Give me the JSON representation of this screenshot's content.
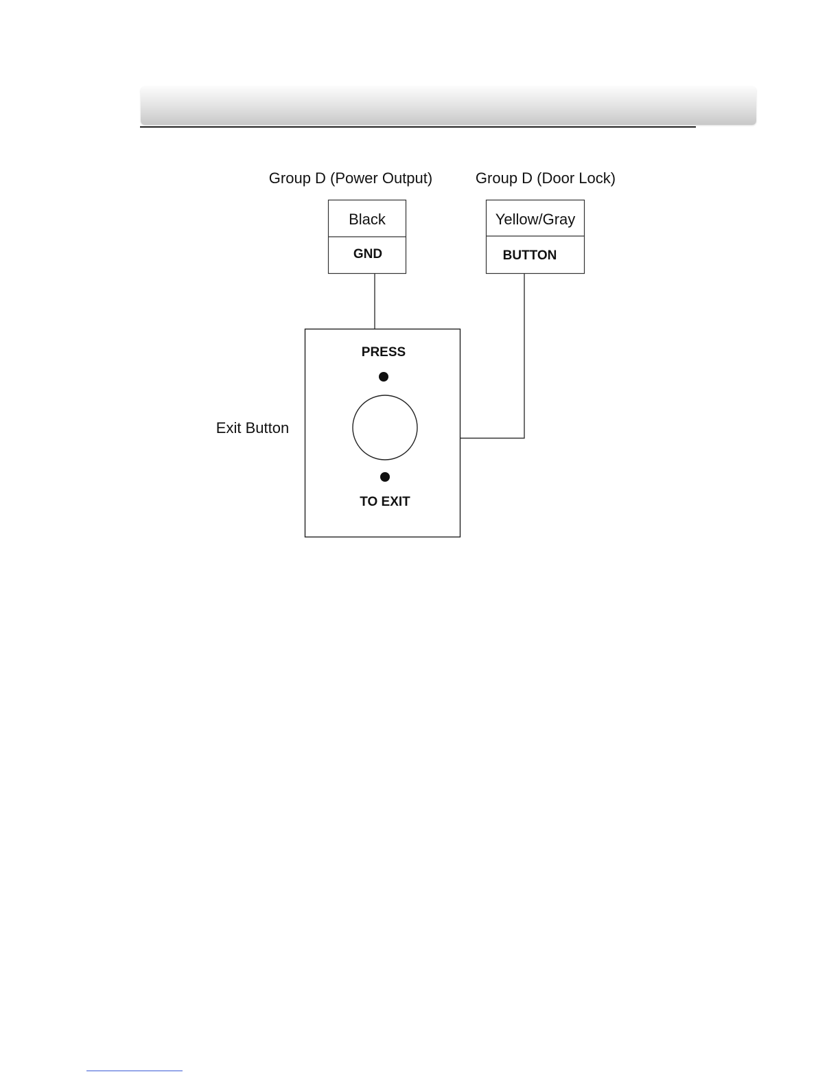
{
  "diagram": {
    "groups": {
      "power_output": {
        "title": "Group D (Power Output)",
        "wire_color": "Black",
        "terminal": "GND"
      },
      "door_lock": {
        "title": "Group D (Door Lock)",
        "wire_color": "Yellow/Gray",
        "terminal": "BUTTON"
      }
    },
    "exit_button": {
      "label": "Exit Button",
      "top_text": "PRESS",
      "bottom_text": "TO EXIT"
    }
  }
}
